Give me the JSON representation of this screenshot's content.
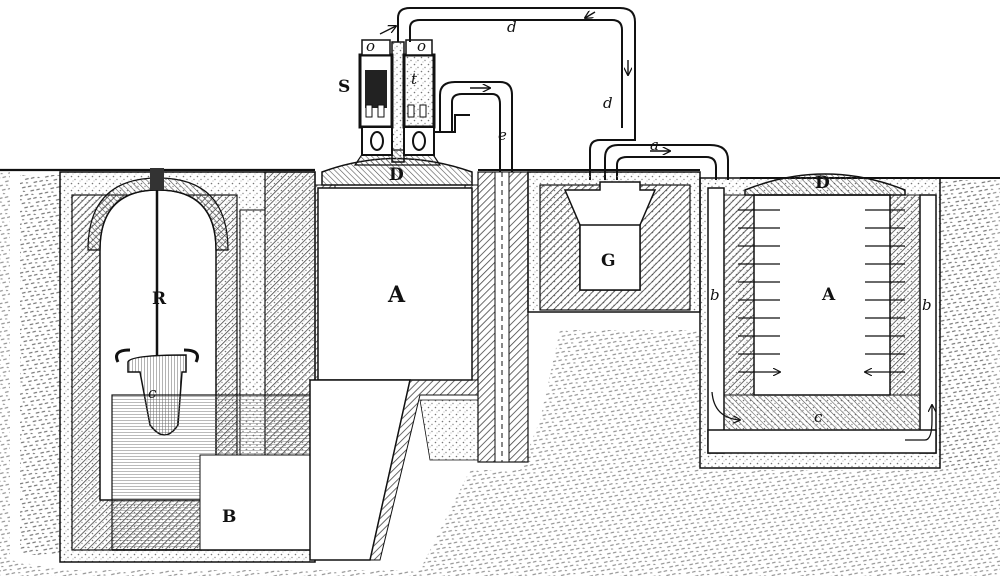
{
  "labels": {
    "A_left": "A",
    "A_right": "A",
    "B": "B",
    "R": "R",
    "c_bucket": "c",
    "D_left": "D",
    "D_right": "D",
    "S": "S",
    "t": "t",
    "o_left": "o",
    "o_right": "o",
    "d_top": "d",
    "d_right": "d",
    "e": "e",
    "G": "G",
    "a": "a",
    "b_left": "b",
    "b_right": "b",
    "c_bottom": "c"
  },
  "colors": {
    "ink": "#111111",
    "paper": "#ffffff",
    "hatch": "#444444",
    "stipple": "#777777"
  }
}
